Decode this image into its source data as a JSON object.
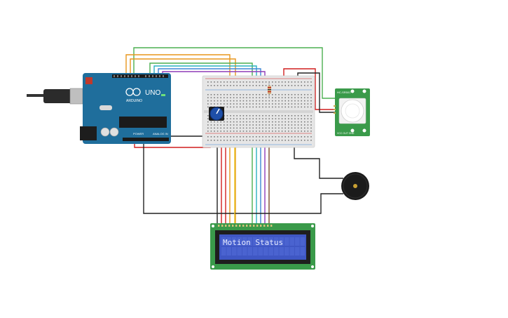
{
  "arduino": {
    "brand": "ARDUINO",
    "model": "UNO",
    "power_label": "POWER",
    "analog_label": "ANALOG IN"
  },
  "lcd": {
    "message": "Motion Status"
  },
  "pir": {
    "label_top": "HC-SR501",
    "label_bottom": "VCC OUT GND"
  },
  "colors": {
    "arduino_board": "#1f6e9c",
    "breadboard": "#e6e6e6",
    "pcb_green": "#3a9a4a",
    "lcd_screen": "#3f57c4",
    "wire_red": "#d11f1f",
    "wire_black": "#222222",
    "wire_green": "#4caf50",
    "wire_orange": "#e8961c",
    "wire_yellow": "#e8c21c",
    "wire_blue": "#3d86d6",
    "wire_purple": "#8e3db8",
    "wire_brown": "#7a4a2a"
  },
  "icons": [
    "usb-plug-icon",
    "potentiometer-icon",
    "resistor-icon",
    "buzzer-icon",
    "pir-dome-icon",
    "power-jack-icon"
  ]
}
